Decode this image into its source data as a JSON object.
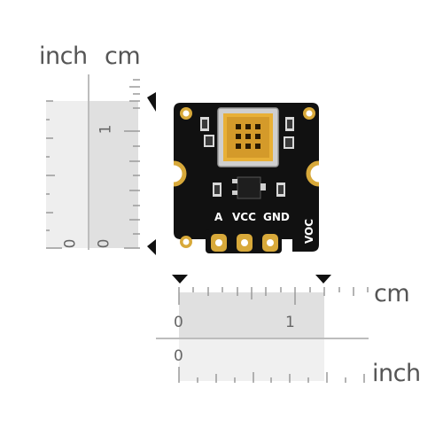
{
  "units": {
    "vertical_inch": "inch",
    "vertical_cm": "cm",
    "horizontal_cm": "cm",
    "horizontal_inch": "inch"
  },
  "vertical_ruler": {
    "inch_zero": "0",
    "cm_zero": "0",
    "cm_one": "1"
  },
  "horizontal_ruler": {
    "cm_zero": "0",
    "cm_one": "1",
    "inch_zero": "0"
  },
  "board": {
    "pins": [
      "A",
      "VCC",
      "GND"
    ],
    "name": "VOC"
  },
  "colors": {
    "pcb": "#111111",
    "gold": "#d8a93a",
    "ruler_shade": "#e0e0e0",
    "ruler_light": "#efefef",
    "tick": "#9a9a9a",
    "marker": "#111111"
  }
}
